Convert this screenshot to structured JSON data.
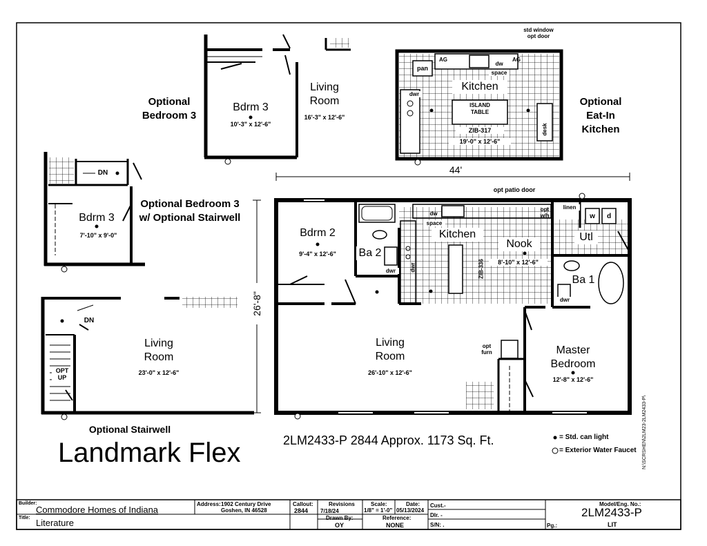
{
  "plan": {
    "main_title": "Landmark Flex",
    "model_line": "2LM2433-P 2844  Approx. 1173 Sq. Ft.",
    "legend": {
      "can_light": "= Std. can light",
      "water_faucet": "= Exterior Water Faucet"
    },
    "dims": {
      "width": "44'",
      "depth": "26'-8\""
    },
    "main_rooms": {
      "bdrm2": {
        "name": "Bdrm 2",
        "size": "9'-4\" x 12'-6\""
      },
      "ba2": {
        "name": "Ba 2"
      },
      "kitchen": {
        "name": "Kitchen"
      },
      "nook": {
        "name": "Nook",
        "size": "8'-10\" x 12'-6\""
      },
      "utl": {
        "name": "Utl"
      },
      "ba1": {
        "name": "Ba 1"
      },
      "living": {
        "name": "Living",
        "name2": "Room",
        "size": "26'-10\" x 12'-6\""
      },
      "master": {
        "name": "Master",
        "name2": "Bedroom",
        "size": "12'-8\" x 12'-6\""
      }
    },
    "main_notes": {
      "patio": "opt patio door",
      "space": "space",
      "dw": "dw",
      "dwr": "dwr",
      "zib": "ZIB-336",
      "opt_wh": "opt",
      "opt_wh2": "w/h",
      "linen": "linen",
      "w": "w",
      "d": "d",
      "opt_furn": "opt",
      "opt_furn2": "furn"
    },
    "opt_bdrm3": {
      "label1": "Optional",
      "label2": "Bedroom 3",
      "bdrm": "Bdrm 3",
      "bdrm_size": "10'-3\" x 12'-6\"",
      "living1": "Living",
      "living2": "Room",
      "living_size": "16'-3\" x 12'-6\""
    },
    "opt_kitchen": {
      "label1": "Optional",
      "label2": "Eat-In",
      "label3": "Kitchen",
      "std_window": "std window",
      "opt_door": "opt door",
      "name": "Kitchen",
      "island1": "ISLAND",
      "island2": "TABLE",
      "zib": "ZIB-317",
      "size": "19'-0\" x 12'-6\"",
      "pan": "pan",
      "dw": "dw",
      "space": "space",
      "ag": "AG",
      "dwr": "dwr",
      "desk": "desk"
    },
    "opt_stair_bdrm": {
      "label1": "Optional Bedroom 3",
      "label2": "w/ Optional Stairwell",
      "bdrm": "Bdrm 3",
      "size": "7'-10\" x 9'-0\"",
      "dn": "DN"
    },
    "opt_stairwell": {
      "label": "Optional Stairwell",
      "living1": "Living",
      "living2": "Room",
      "size": "23'-0\" x 12'-6\"",
      "dn": "DN",
      "opt": "OPT",
      "up": "UP"
    }
  },
  "title_block": {
    "builder_label": "Builder:",
    "builder": "Commodore Homes of Indiana",
    "title_label": "Title:",
    "title": "Literature",
    "address_label": "Address:",
    "address1": "1902 Century Drive",
    "address2": "Goshen, IN 46528",
    "callout_label": "Callout:",
    "callout": "2844",
    "revisions_label": "Revisions",
    "revisions": "7/18/24",
    "drawn_label": "Drawn By:",
    "drawn": "OY",
    "scale_label": "Scale:",
    "scale": "1/8\" = 1'-0\"",
    "date_label": "Date:",
    "date": "05/13/2024",
    "reference_label": "Reference:",
    "reference": "NONE",
    "cust": "Cust.-",
    "dlr": "Dlr.  -",
    "sn": "S/N:  .",
    "model_label": "Model/Eng. No.:",
    "model": "2LM2433-P",
    "lit": "LIT",
    "pg": "Pg.:"
  },
  "side_text": "N:\\SCRSHEN\\2LM23-2LM2433-P\\"
}
